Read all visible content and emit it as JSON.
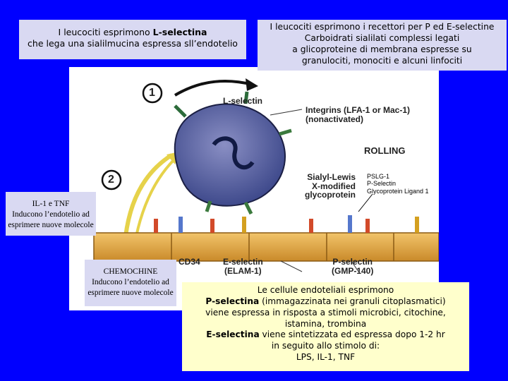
{
  "box_lselectin": {
    "line1_prefix": "I leucociti esprimono ",
    "line1_bold": "L-selectina",
    "line2": "che lega una sialilmucina espressa sll’endotelio"
  },
  "box_receptors": {
    "line1": "I leucociti esprimono i recettori per P ed E-selectine",
    "line2": "Carboidrati sialilati complessi legati",
    "line3": "a glicoproteine di membrana espresse su",
    "line4": "granulociti, monociti e alcuni linfociti"
  },
  "box_il1": {
    "line1": "IL-1 e TNF",
    "line2": "Inducono l’endotelio ad",
    "line3": "esprimere nuove molecole"
  },
  "box_chemokines": {
    "line1": "CHEMOCHINE",
    "line2": "Inducono l’endotelio ad",
    "line3": "esprimere nuove molecole"
  },
  "box_endothelial": {
    "line1": "Le cellule endoteliali esprimono",
    "line2_bold": "P-selectina",
    "line2_rest": " (immagazzinata nei granuli citoplasmatici)",
    "line3": "viene espressa in risposta a stimoli microbici, citochine,",
    "line4": "istamina, trombina",
    "line5_bold": "E-selectina",
    "line5_rest": " viene sintetizzata ed espressa dopo 1-2 hr",
    "line6": "in seguito allo stimolo di:",
    "line7": "LPS, IL-1, TNF"
  },
  "diagram": {
    "step1": "1",
    "step2": "2",
    "l_selectin": "L-selectin",
    "integrins_line1": "Integrins (LFA-1 or Mac-1)",
    "integrins_line2": "(nonactivated)",
    "rolling": "ROLLING",
    "sialyl_line1": "Sialyl-Lewis",
    "sialyl_line2": "X-modified",
    "sialyl_line3": "glycoprotein",
    "cd34": "CD34",
    "eselectin_line1": "E-selectin",
    "eselectin_line2": "(ELAM-1)",
    "pselectin_line1": "P-selectin",
    "pselectin_line2": "(GMP-140)",
    "psgl_line1": "PSLG-1",
    "psgl_line2": "P-Selectin",
    "psgl_line3": "Glycoprotein Ligand 1"
  }
}
